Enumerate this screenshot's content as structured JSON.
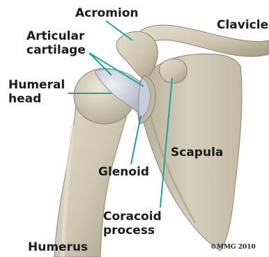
{
  "labels": {
    "acromion": "Acromion",
    "clavicle": "Clavicle",
    "articular_cartilage_line1": "Articular",
    "articular_cartilage_line2": "cartilage",
    "humeral_head_line1": "Humeral",
    "humeral_head_line2": "head",
    "scapula": "Scapula",
    "glenoid": "Glenoid",
    "coracoid_process_line1": "Coracoid",
    "coracoid_process_line2": "process",
    "humerus": "Humerus"
  },
  "copyright": "©MMG 2010",
  "colors": {
    "bone": "#d8d1be",
    "bone_shadow": "#a9a08a",
    "cartilage": "#cfd3de",
    "leader_line": "#1aa6a0",
    "label_text": "#1b1b1b"
  }
}
